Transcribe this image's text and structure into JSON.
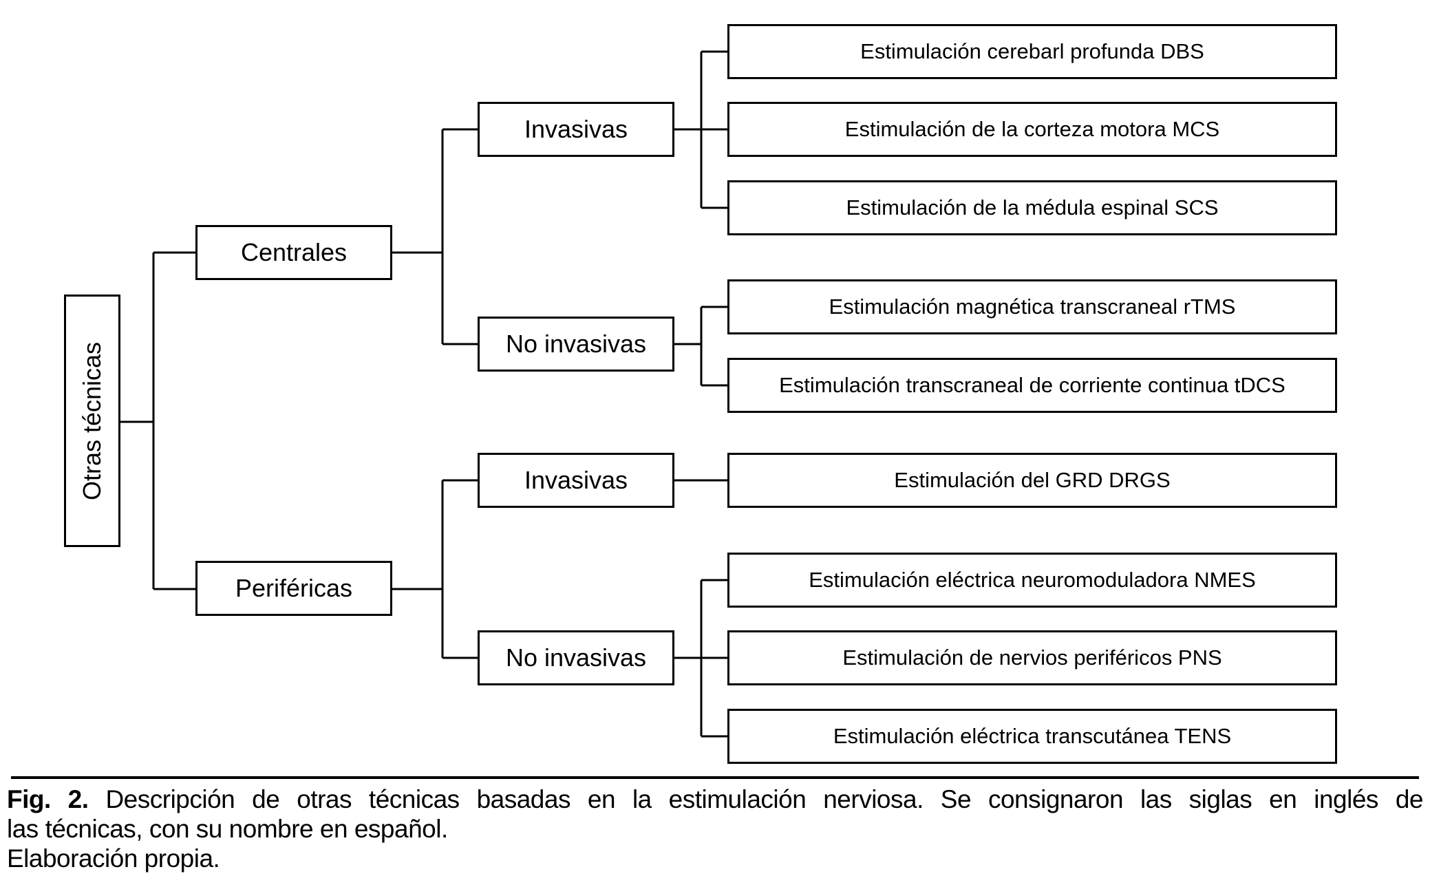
{
  "colors": {
    "background": "#ffffff",
    "line": "#000000",
    "text": "#000000"
  },
  "tree": {
    "root": "Otras técnicas",
    "branches": [
      {
        "label": "Centrales",
        "groups": [
          {
            "label": "Invasivas",
            "items": [
              "Estimulación cerebarl profunda DBS",
              "Estimulación de la corteza motora MCS",
              "Estimulación de la médula espinal SCS"
            ]
          },
          {
            "label": "No invasivas",
            "items": [
              "Estimulación magnética transcraneal rTMS",
              "Estimulación transcraneal de corriente continua tDCS"
            ]
          }
        ]
      },
      {
        "label": "Periféricas",
        "groups": [
          {
            "label": "Invasivas",
            "items": [
              "Estimulación del GRD DRGS"
            ]
          },
          {
            "label": "No invasivas",
            "items": [
              "Estimulación eléctrica neuromoduladora NMES",
              "Estimulación de nervios periféricos PNS",
              "Estimulación eléctrica transcutánea TENS"
            ]
          }
        ]
      }
    ]
  },
  "caption": {
    "fig_label": "Fig. 2.",
    "line1_rest": " Descripción de otras técnicas basadas en la estimulación nerviosa. Se consignaron las siglas en inglés de",
    "line2": "las técnicas, con su nombre en español.",
    "line3": "Elaboración propia."
  }
}
